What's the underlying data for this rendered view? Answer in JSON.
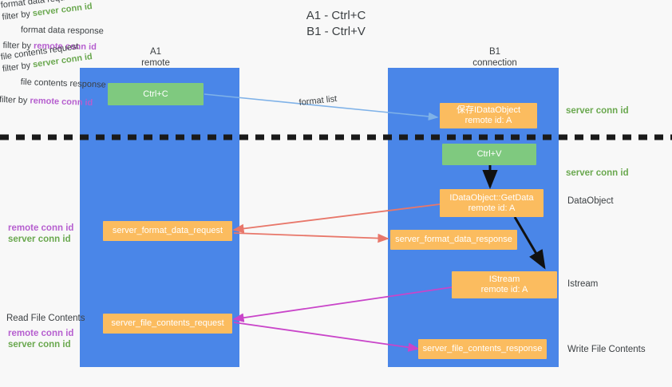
{
  "title": "A1 - Ctrl+C\nB1 - Ctrl+V",
  "columns": [
    {
      "name": "A1",
      "sub": "remote",
      "label": "A1\nremote"
    },
    {
      "name": "B1",
      "sub": "connection",
      "label": "B1\nconnection"
    }
  ],
  "nodes": {
    "ctrl_c": "Ctrl+C",
    "ctrl_v": "Ctrl+V",
    "set_dataobject": "保存IDataObject\nremote id: A",
    "getdata": "IDataObject::GetData\nremote id: A",
    "istream": "IStream\nremote id: A",
    "server_format_data_request": "server_format_data_request",
    "server_format_data_response": "server_format_data_response",
    "server_file_contents_request": "server_file_contents_request",
    "server_file_contents_response": "server_file_contents_response"
  },
  "edges": {
    "format_list": "format list",
    "format_data_request": "format data request",
    "format_data_request_filter_prefix": "filter by ",
    "format_data_request_filter_value": "server conn id",
    "format_data_response": "format data response",
    "format_data_response_filter_prefix": "filter by ",
    "format_data_response_filter_value": "remote conn id",
    "file_contents_request": "file contents request",
    "file_contents_request_filter_prefix": "filter by ",
    "file_contents_request_filter_value": "server conn id",
    "file_contents_response": "file contents response",
    "file_contents_response_filter_prefix": "filter by ",
    "file_contents_response_filter_value": "remote conn id"
  },
  "annotations": {
    "right_server_conn_id_top": "server conn id",
    "right_server_conn_id_mid": "server conn id",
    "right_dataobject": "DataObject",
    "right_istream": "Istream",
    "right_write_file_contents": "Write File Contents",
    "left_read_file_contents": "Read File Contents",
    "left_remote_conn_id_1": "remote conn id",
    "left_server_conn_id_1": "server conn id",
    "left_remote_conn_id_2": "remote conn id",
    "left_server_conn_id_2": "server conn id"
  },
  "colors": {
    "lane": "#4a86e8",
    "green_node": "#7fc97f",
    "orange_node": "#fbbc5f",
    "green_text": "#6aa84f",
    "purple_text": "#b65fcf",
    "red_arrow": "#e8776a",
    "magenta_arrow": "#c945c9",
    "blue_arrow": "#7fb2e8",
    "black_arrow": "#000000",
    "background": "#f8f8f8"
  }
}
